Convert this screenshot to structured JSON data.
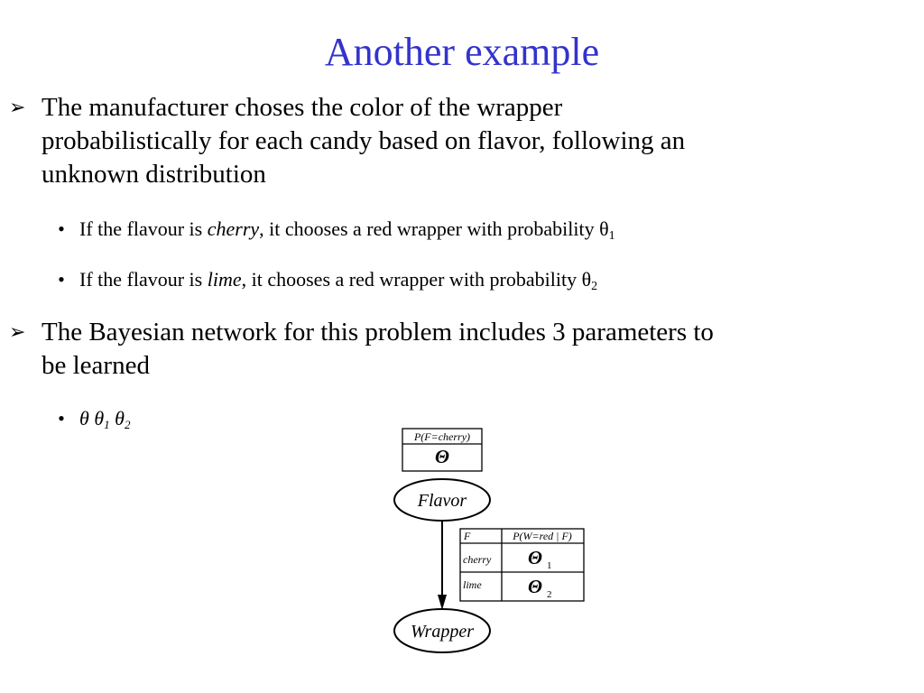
{
  "title": "Another example",
  "bullets": [
    {
      "text": "The manufacturer choses the color of the wrapper\nprobabilistically for each candy based on flavor, following an\nunknown distribution",
      "sub": [
        {
          "prefix": "If the flavour is ",
          "flavor": "cherry",
          "suffix": ", it chooses a  red wrapper with probability ",
          "symbol": "θ",
          "subscript": "1"
        },
        {
          "prefix": "If the flavour is ",
          "flavor": "lime",
          "suffix": ", it chooses a  red wrapper with probability ",
          "symbol": "θ",
          "subscript": "2"
        }
      ]
    },
    {
      "text": "The Bayesian network for this problem includes 3 parameters to\nbe learned",
      "params": {
        "p0": "θ",
        "p1": "θ",
        "s1": "1",
        "p2": "θ",
        "s2": "2"
      }
    }
  ],
  "diagram": {
    "prior_table": {
      "header": "P(F=cherry)",
      "value": "Θ"
    },
    "flavor_node": "Flavor",
    "wrapper_node": "Wrapper",
    "cpt": {
      "col_parent": "F",
      "col_prob": "P(W=red | F)",
      "rows": [
        {
          "parent": "cherry",
          "symbol": "Θ",
          "subscript": "1"
        },
        {
          "parent": "lime",
          "symbol": "Θ",
          "subscript": "2"
        }
      ]
    }
  },
  "colors": {
    "title": "#3333cc",
    "text": "#000000"
  },
  "icons": {
    "main_bullet": "arrowhead-bullet-icon",
    "sub_bullet": "dot-bullet-icon"
  }
}
